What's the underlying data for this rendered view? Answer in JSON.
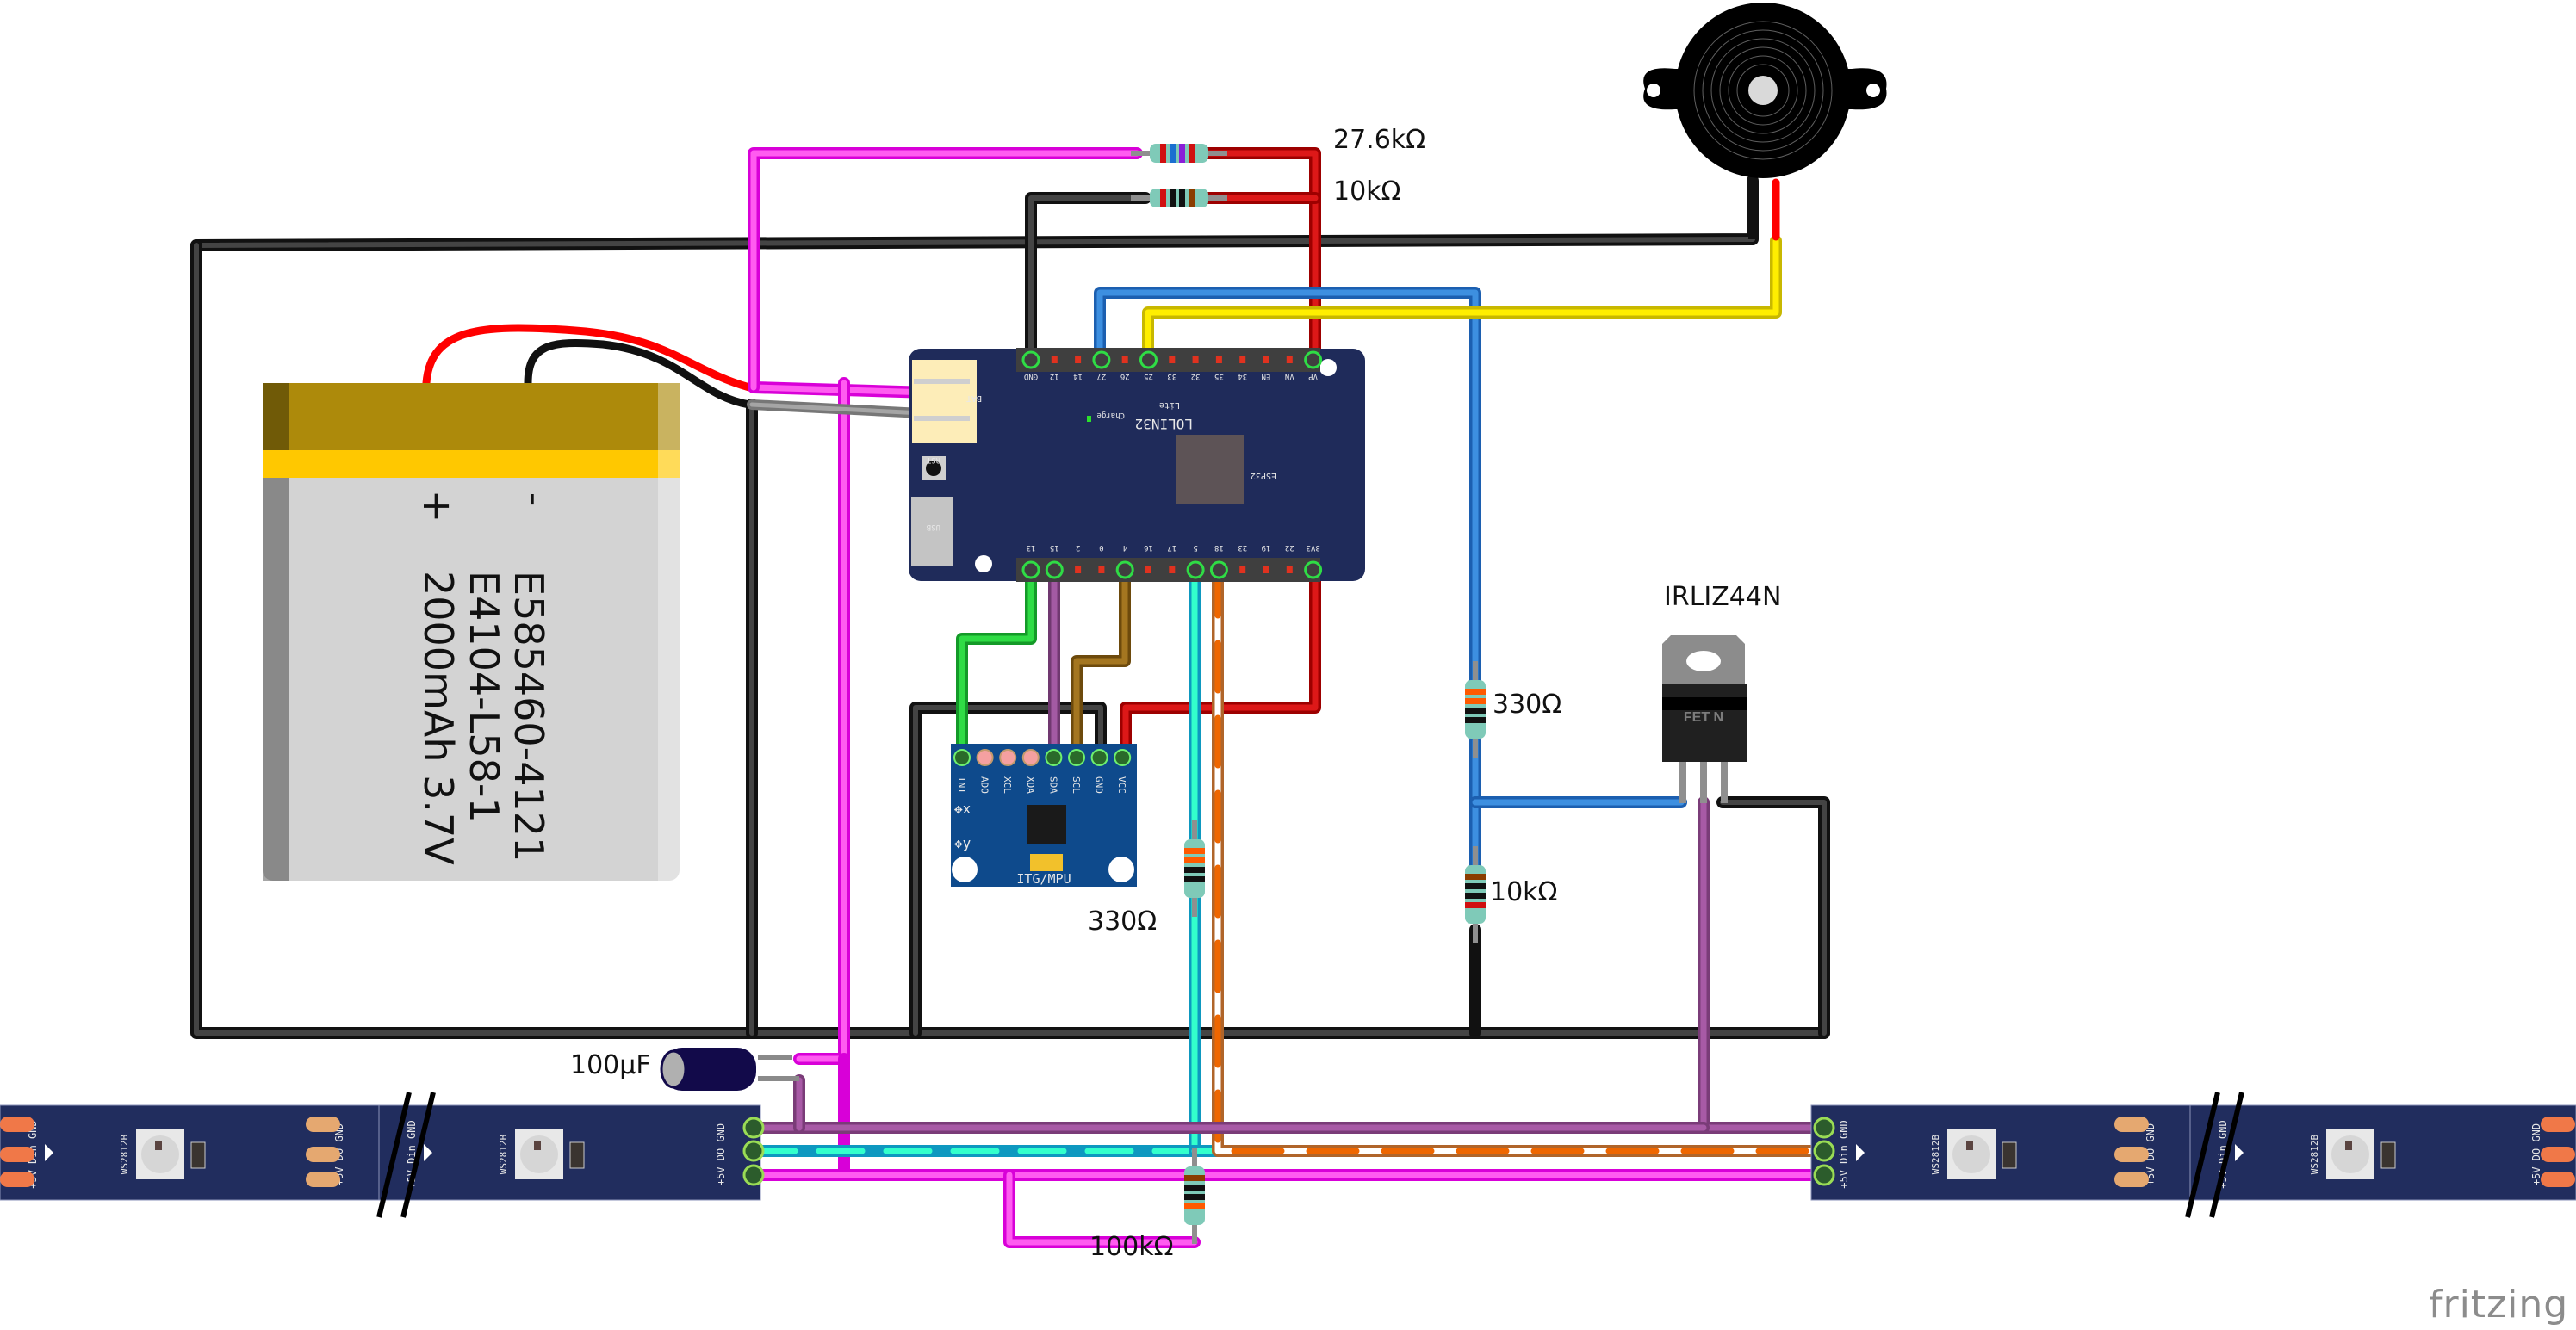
{
  "diagram": {
    "tool_watermark": "fritzing",
    "components": {
      "battery": {
        "line1": "E585460-4121",
        "line2": "E4104-L58-1",
        "line3": "2000mAh 3.7V",
        "plus": "+",
        "minus": "-"
      },
      "board": {
        "name": "LOLIN32",
        "subtitle": "Lite",
        "chip": "ESP32",
        "charge": "Charge",
        "bat_label": "BAT",
        "rst": "RST",
        "usb": "USB",
        "top_pins": [
          "GND",
          "12",
          "14",
          "27",
          "26",
          "25",
          "33",
          "32",
          "35",
          "34",
          "EN",
          "VN",
          "VP"
        ],
        "bottom_pins": [
          "13",
          "15",
          "2",
          "0",
          "4",
          "16",
          "17",
          "5",
          "18",
          "23",
          "19",
          "22",
          "3V3"
        ]
      },
      "imu": {
        "title": "ITG/MPU",
        "pins": [
          "INT",
          "ADO",
          "XCL",
          "XDA",
          "SDA",
          "SCL",
          "GND",
          "VCC"
        ]
      },
      "mosfet": {
        "label": "IRLIZ44N",
        "body_text": "FET N"
      },
      "resistors": {
        "r_divider_high": "27.6kΩ",
        "r_divider_low": "10kΩ",
        "r_gate": "330Ω",
        "r_gate_pulldown": "10kΩ",
        "r_data": "330Ω",
        "r_pullup": "100kΩ"
      },
      "capacitor": {
        "label": "100µF"
      },
      "led_strip": {
        "chip": "WS2812B",
        "in_pins": [
          "GND",
          "Din",
          "+5V"
        ],
        "out_pins": [
          "GND",
          "DO",
          "+5V"
        ]
      }
    },
    "wire_colors": {
      "ground": "#222222",
      "battery_pos": "#ff33ee",
      "battery_neg": "#8a8a8a",
      "vp_divider": "#cc1111",
      "pin27_gate": "#3a88d8",
      "pin25_buzzer": "#ffee00",
      "sda": "#9a4f9a",
      "scl": "#9c6b16",
      "int": "#22c33a",
      "data_line": "#33ffcc",
      "pin18_strip2": "#ee6600",
      "strip_gnd": "#a0559e"
    }
  }
}
